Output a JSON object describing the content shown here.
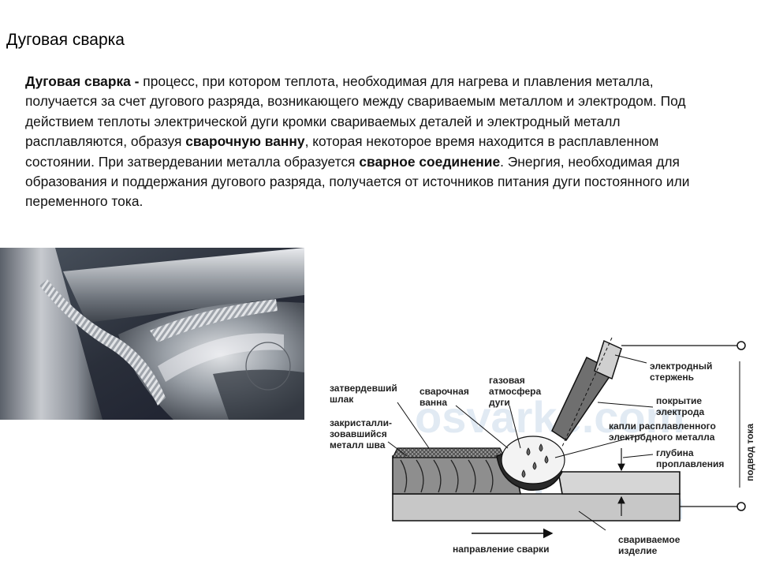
{
  "page": {
    "title": "Дуговая сварка"
  },
  "article": {
    "term": "Дуговая сварка -",
    "p1": " процесс, при котором теплота, необходимая для нагрева и плавления металла, получается за счет дугового разряда, возникающего между свариваемым металлом и электродом. Под действием теплоты электрической дуги кромки свариваемых деталей и электродный металл расплавляются, образуя ",
    "bold1": "сварочную ванну",
    "p2": ", которая некоторое время находится в расплавленном состоянии. При затвердевании металла образуется ",
    "bold2": "сварное соединение",
    "p3": ". Энергия, необходимая для образования и поддержания дугового разряда, получается от источников питания дуги постоянного или переменного тока."
  },
  "diagram": {
    "watermark": "osvarke.com",
    "labels": {
      "slag_1": "затвердевший",
      "slag_2": "шлак",
      "crystal_1": "закристалли-",
      "crystal_2": "зовавшийся",
      "crystal_3": "металл шва",
      "pool_1": "сварочная",
      "pool_2": "ванна",
      "gas_1": "газовая",
      "gas_2": "атмосфера",
      "gas_3": "дуги",
      "rod_1": "электродный",
      "rod_2": "стержень",
      "coat_1": "покрытие",
      "coat_2": "электрода",
      "drops_1": "капли расплавленного",
      "drops_2": "электродного металла",
      "depth_1": "глубина",
      "depth_2": "проплавления",
      "supply": "подвод тока",
      "direction": "направление сварки",
      "work_1": "свариваемое",
      "work_2": "изделие"
    }
  }
}
